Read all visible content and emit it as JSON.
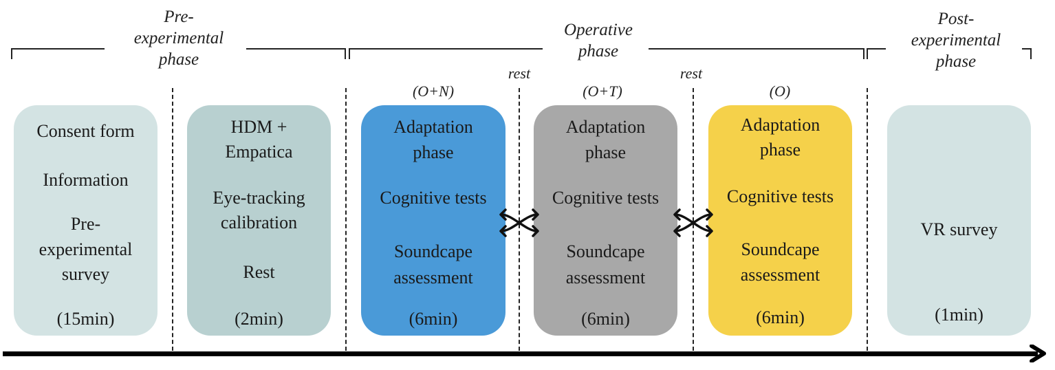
{
  "phases": [
    {
      "label_lines": [
        "Pre-",
        "experimental",
        "phase"
      ]
    },
    {
      "label_lines": [
        "Operative",
        "phase"
      ]
    },
    {
      "label_lines": [
        "Post-",
        "experimental",
        "phase"
      ]
    }
  ],
  "rest_labels": [
    "rest",
    "rest"
  ],
  "conditions": [
    "(O+N)",
    "(O+T)",
    "(O)"
  ],
  "boxes": [
    {
      "name": "consent",
      "color": "#d3e3e3",
      "lines": [
        "Consent form",
        "Information",
        "Pre-",
        "experimental",
        "survey"
      ],
      "duration": "(15min)"
    },
    {
      "name": "setup",
      "color": "#b8d0d0",
      "lines": [
        "HDM +",
        "Empatica",
        "Eye-tracking",
        "calibration",
        "Rest"
      ],
      "duration": "(2min)"
    },
    {
      "name": "condition-on",
      "color": "#4a9ad8",
      "lines": [
        "Adaptation",
        "phase",
        "Cognitive  tests",
        "Soundcape",
        "assessment"
      ],
      "duration": "(6min)"
    },
    {
      "name": "condition-ot",
      "color": "#a8a8a8",
      "lines": [
        "Adaptation",
        "phase",
        "Cognitive  tests",
        "Soundcape",
        "assessment"
      ],
      "duration": "(6min)"
    },
    {
      "name": "condition-o",
      "color": "#f5d14a",
      "lines": [
        "Adaptation",
        "phase",
        "Cognitive  tests",
        "Soundcape",
        "assessment"
      ],
      "duration": "(6min)"
    },
    {
      "name": "vr-survey",
      "color": "#d3e3e3",
      "lines": [
        "VR survey"
      ],
      "duration": "(1min)"
    }
  ],
  "icons": {
    "swap": "crossing-double-arrows-icon",
    "timeline": "arrow-right-icon"
  }
}
